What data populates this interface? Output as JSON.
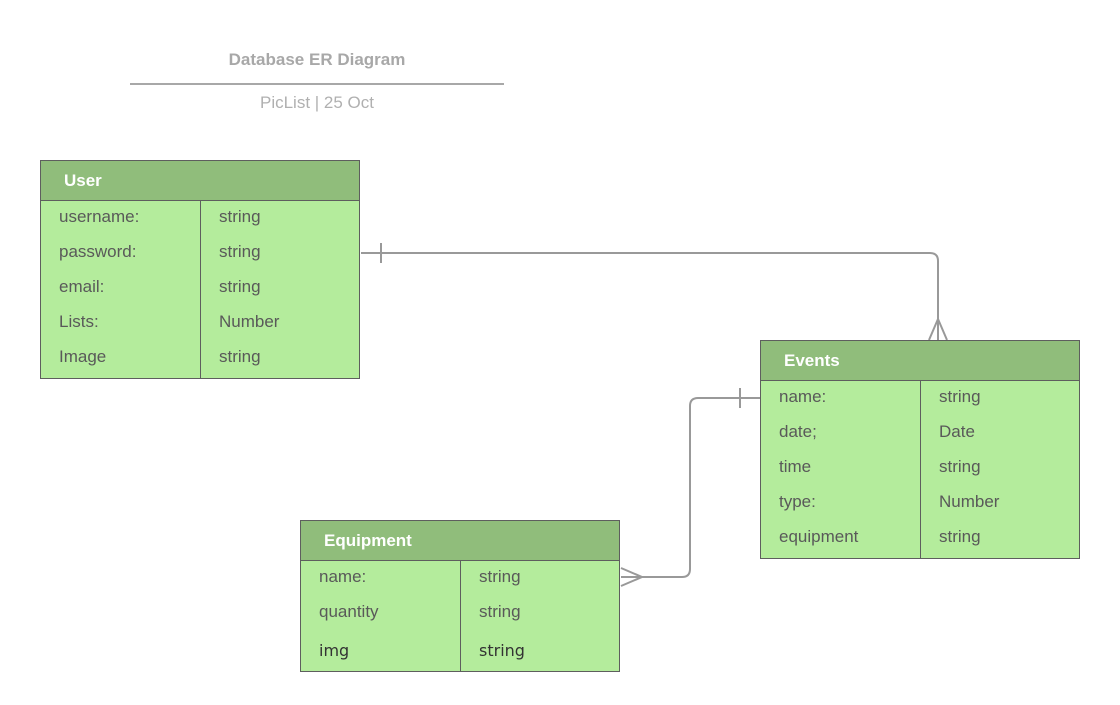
{
  "header": {
    "title": "Database ER Diagram",
    "subtitle": "PicList | 25 Oct"
  },
  "colors": {
    "header_fill": "#90bd7b",
    "body_fill": "#b4ec9c",
    "border": "#5e5e5e",
    "connector": "#999999"
  },
  "entities": {
    "user": {
      "name": "User",
      "fields": [
        {
          "name": "username:",
          "type": "string"
        },
        {
          "name": "password:",
          "type": "string"
        },
        {
          "name": "email:",
          "type": "string"
        },
        {
          "name": "Lists:",
          "type": "Number"
        },
        {
          "name": "Image",
          "type": "string"
        }
      ]
    },
    "events": {
      "name": "Events",
      "fields": [
        {
          "name": "name:",
          "type": "string"
        },
        {
          "name": "date;",
          "type": "Date"
        },
        {
          "name": "time",
          "type": "string"
        },
        {
          "name": "type:",
          "type": "Number"
        },
        {
          "name": "equipment",
          "type": "string"
        }
      ]
    },
    "equipment": {
      "name": "Equipment",
      "fields": [
        {
          "name": "name:",
          "type": "string"
        },
        {
          "name": "quantity",
          "type": "string"
        },
        {
          "name": "img",
          "type": "string"
        }
      ]
    }
  },
  "relationships": [
    {
      "from": "User",
      "to": "Events",
      "from_cardinality": "one",
      "to_cardinality": "many"
    },
    {
      "from": "Events",
      "to": "Equipment",
      "from_cardinality": "one",
      "to_cardinality": "many"
    }
  ]
}
